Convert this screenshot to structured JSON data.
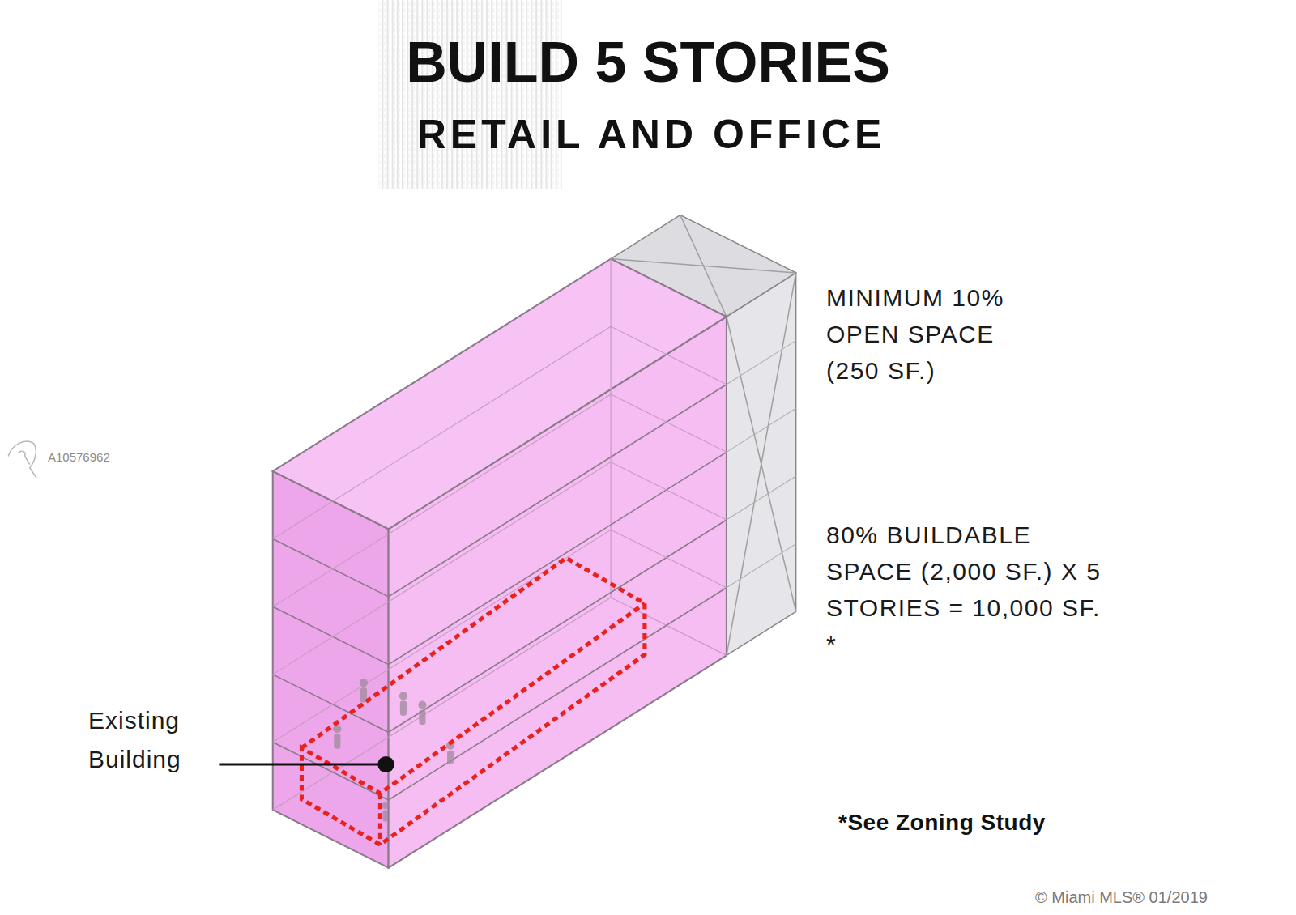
{
  "diagram": {
    "title": "BUILD 5 STORIES",
    "labels": [
      "RETAIL AND OFFICE",
      "MINIMUM 10% OPEN SPACE (250 SF.)",
      "80% BUILDABLE SPACE (2,000 SF.) X 5 STORIES = 10,000 SF. *",
      "Existing Building",
      "*See Zoning Study",
      "A10576962",
      "© Miami MLS® 01/2019"
    ]
  }
}
